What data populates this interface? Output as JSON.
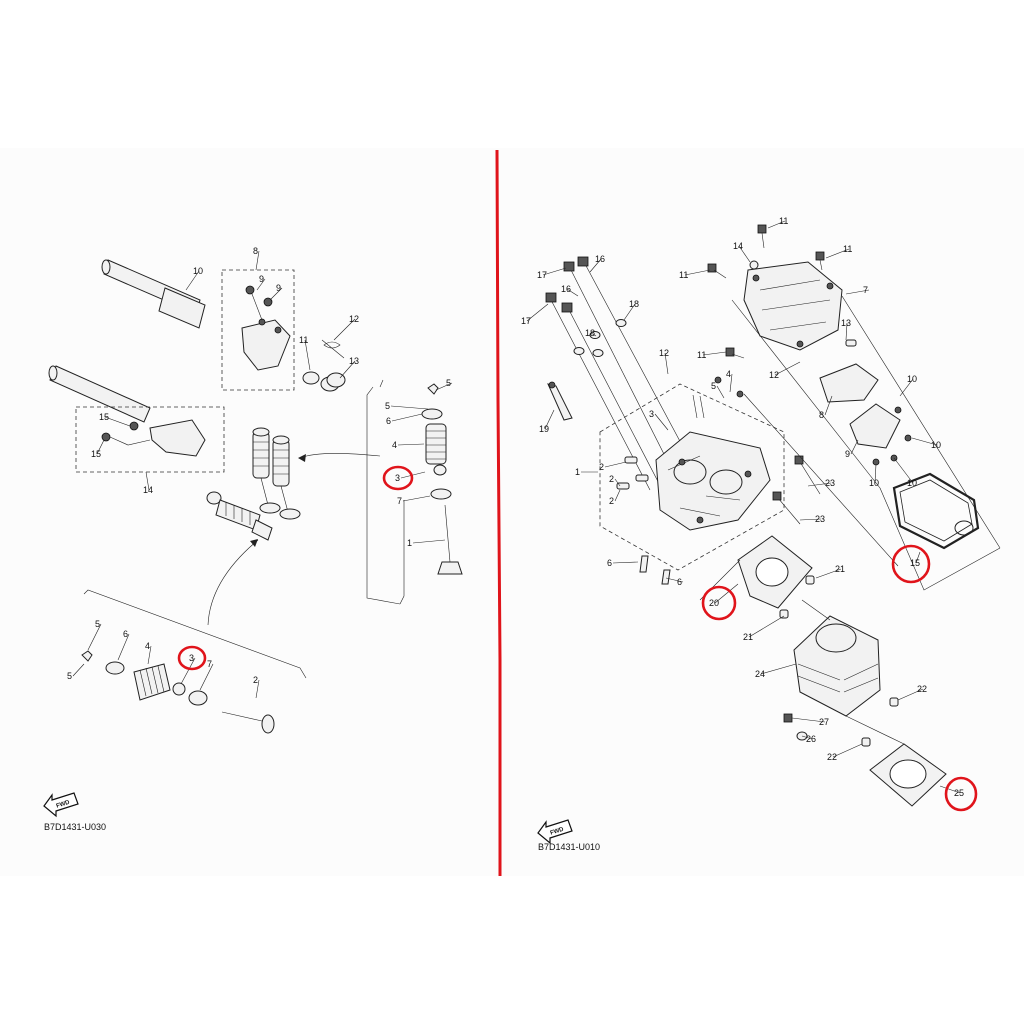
{
  "left_diagram": {
    "code": "B7D1431-U030",
    "fwd": "FWD",
    "callouts": [
      "1",
      "2",
      "3",
      "3",
      "4",
      "4",
      "5",
      "5",
      "5",
      "5",
      "6",
      "6",
      "7",
      "7",
      "8",
      "9",
      "9",
      "10",
      "11",
      "12",
      "13",
      "14",
      "15",
      "15"
    ]
  },
  "right_diagram": {
    "code": "B7D1431-U010",
    "fwd": "FWD",
    "callouts": [
      "1",
      "2",
      "2",
      "2",
      "3",
      "4",
      "5",
      "6",
      "6",
      "7",
      "8",
      "9",
      "10",
      "10",
      "10",
      "10",
      "11",
      "11",
      "11",
      "11",
      "12",
      "12",
      "13",
      "14",
      "15",
      "16",
      "16",
      "17",
      "17",
      "18",
      "18",
      "19",
      "20",
      "21",
      "21",
      "22",
      "22",
      "23",
      "23",
      "24",
      "25",
      "26",
      "27"
    ]
  },
  "highlighted_callouts": [
    "3",
    "3",
    "15",
    "20",
    "25"
  ],
  "colors": {
    "highlight": "#e0141b",
    "divider": "#e0141b",
    "line": "#222222"
  }
}
